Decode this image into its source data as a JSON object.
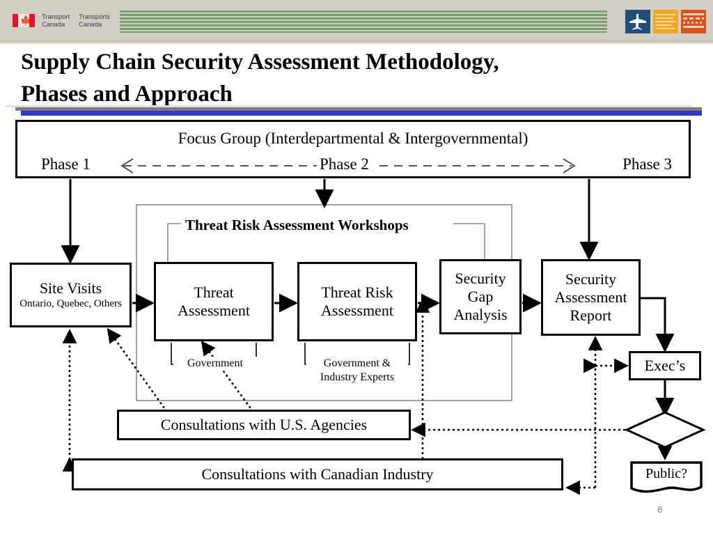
{
  "header": {
    "flag_icon": "canada-flag-icon",
    "department_en": "Transport\nCanada",
    "department_fr": "Transports\nCanada",
    "stripes_color": "#7aa06d",
    "mode_icons": [
      "airplane-icon",
      "marine-waves-icon",
      "rail-road-icon"
    ],
    "mode_colors": [
      "#1f4e79",
      "#f5a623",
      "#d9531e"
    ]
  },
  "title": "Supply Chain Security Assessment Methodology, Phases and Approach",
  "rules": {
    "light": "#e3e1dc",
    "dark": "#7d7d7d",
    "blue": "#3333cc"
  },
  "diagram": {
    "focus_group": {
      "title": "Focus Group (Interdepartmental & Intergovernmental)",
      "phase_1": "Phase 1",
      "phase_2": "Phase 2",
      "phase_3": "Phase 3",
      "left_arrow": "<",
      "right_arrow": ">"
    },
    "workshops_label": "Threat Risk Assessment Workshops",
    "nodes": {
      "site_visits": {
        "title": "Site Visits",
        "detail": "Ontario, Quebec, Others"
      },
      "threat_assessment": {
        "line1": "Threat",
        "line2": "Assessment",
        "sublabel": "Government"
      },
      "threat_risk_assessment": {
        "line1": "Threat Risk",
        "line2": "Assessment",
        "sublabel": "Government & Industry Experts"
      },
      "security_gap_analysis": {
        "line1": "Security",
        "line2": "Gap",
        "line3": "Analysis"
      },
      "security_assessment_report": {
        "line1": "Security",
        "line2": "Assessment",
        "line3": "Report"
      },
      "execs": {
        "label": "Exec’s"
      },
      "decision": {
        "label": ""
      },
      "public": {
        "label": "Public?"
      },
      "consult_us": {
        "label": "Consultations with U.S. Agencies"
      },
      "consult_cdn": {
        "label": "Consultations with Canadian Industry"
      }
    }
  },
  "page_number": "8"
}
